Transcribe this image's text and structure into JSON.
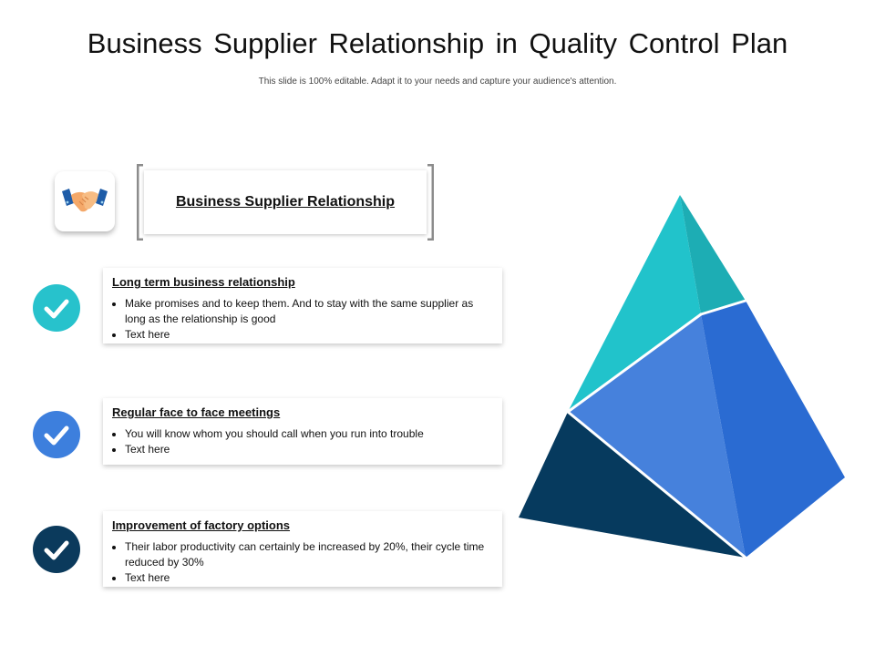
{
  "title": "Business Supplier Relationship in Quality Control Plan",
  "subtitle": "This slide is 100% editable. Adapt it to your needs and capture your audience's attention.",
  "header": {
    "icon": "handshake-icon",
    "label": "Business Supplier Relationship"
  },
  "items": [
    {
      "title": "Long term business relationship",
      "bullets": [
        "Make promises and to keep them. And to stay with the same supplier as long as the relationship is good",
        "Text here"
      ],
      "color": "#27C2CC"
    },
    {
      "title": "Regular face to face meetings",
      "bullets": [
        "You will know whom you should call when you run into trouble",
        "Text here"
      ],
      "color": "#3D7FDD"
    },
    {
      "title": "Improvement of factory options",
      "bullets": [
        "Their labor productivity can certainly be increased by 20%, their cycle time reduced by 30%",
        "Text here"
      ],
      "color": "#0B3A5C"
    }
  ],
  "pyramid_colors": {
    "top_left": "#21C3CB",
    "top_right": "#1DADB4",
    "middle_left": "#4681DC",
    "middle_right": "#2A6BD2",
    "bottom": "#063A5E"
  }
}
